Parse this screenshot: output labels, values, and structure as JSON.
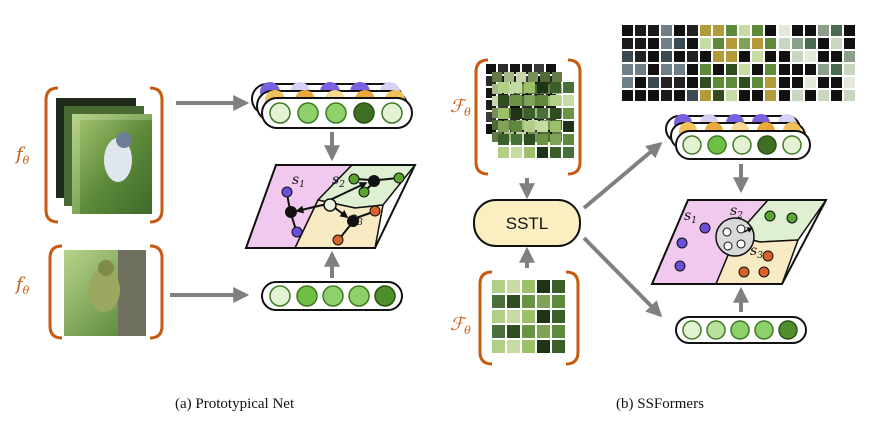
{
  "labels": {
    "f_theta": "f",
    "f_theta_sub": "θ",
    "F_theta": "ℱ",
    "F_theta_sub": "θ",
    "s1": "s",
    "s1_sub": "1",
    "s2": "s",
    "s2_sub": "2",
    "s3": "s",
    "s3_sub": "3",
    "sstl": "SSTL"
  },
  "captions": {
    "left": "(a) Prototypical Net",
    "right": "(b) SSFormers"
  },
  "colors": {
    "bracket": "#c75b12",
    "arrow": "#808080",
    "region_pink": "#f1c9ee",
    "region_green": "#dff0d2",
    "region_yellow": "#f8eac3",
    "sstl_fill": "#fbefc2",
    "purple": "#6a4fd8",
    "green": "#5aa531",
    "orange": "#d9632a"
  }
}
